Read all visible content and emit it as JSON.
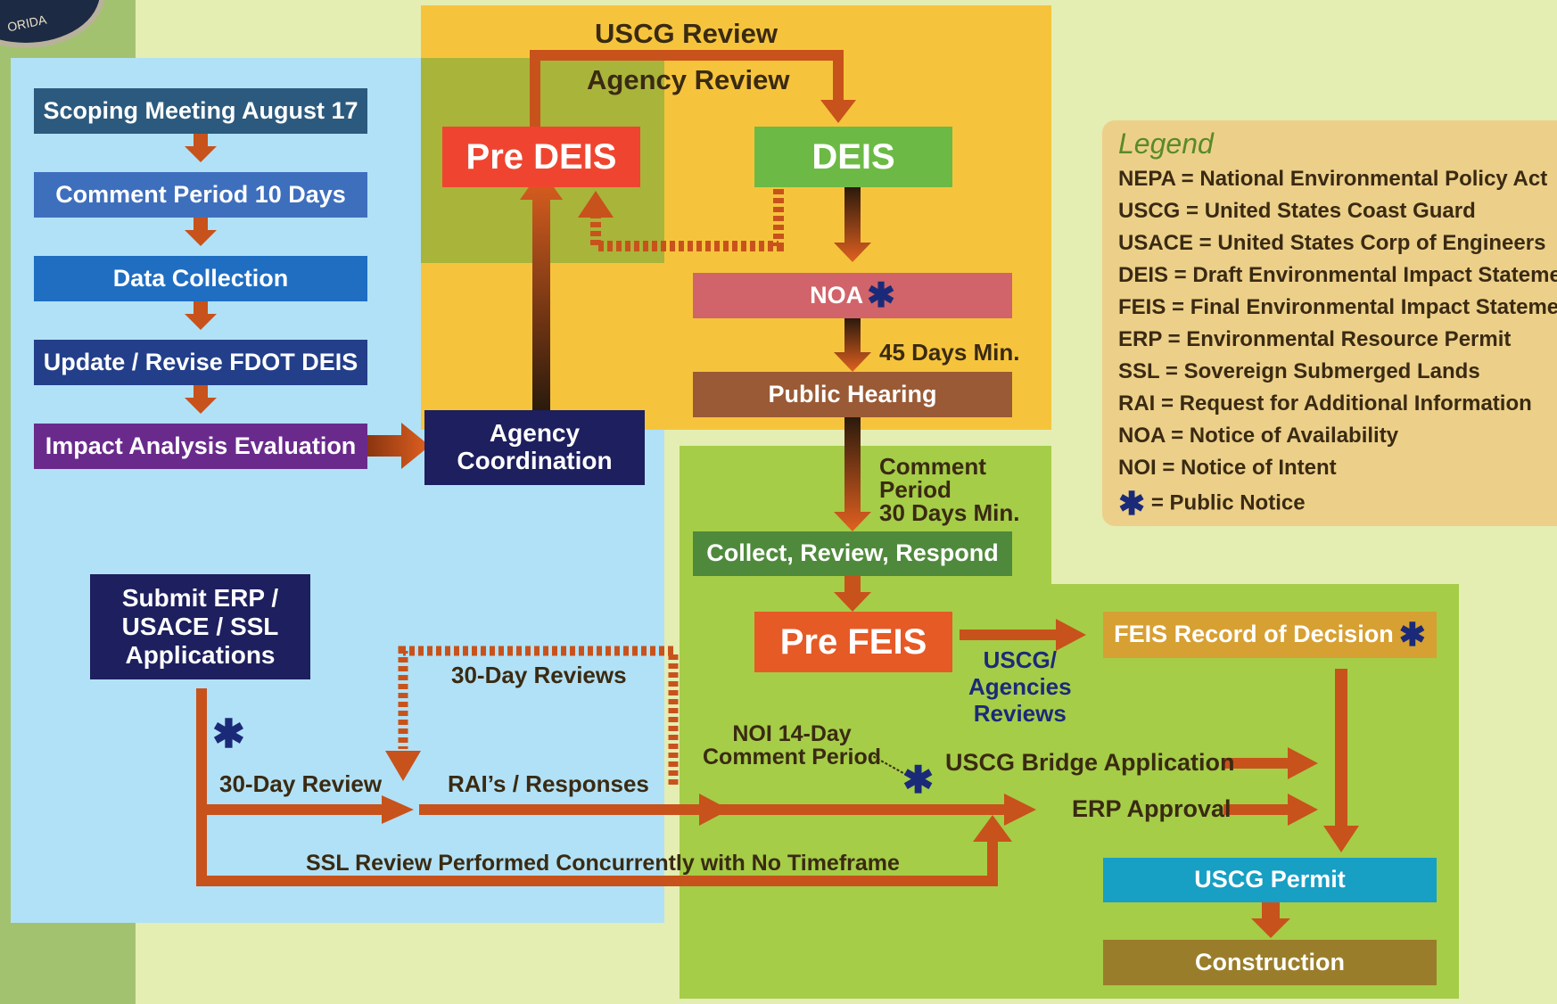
{
  "brand": {
    "seal_text": "ORIDA"
  },
  "colors": {
    "page_bg": "#e4edb2",
    "blue_region": "#b1e1f6",
    "yellow_region": "#f6c43c",
    "green_region": "#a5cd48",
    "arrow": "#c8521b",
    "asterisk": "#1b2a78"
  },
  "left_flow": {
    "scoping": "Scoping Meeting August 17",
    "comment": "Comment Period 10 Days",
    "data": "Data Collection",
    "update": "Update / Revise FDOT DEIS",
    "impact": "Impact Analysis Evaluation",
    "agency_line1": "Agency",
    "agency_line2": "Coordination"
  },
  "top_flow": {
    "uscg_review": "USCG Review",
    "agency_review": "Agency Review",
    "pre_deis": "Pre DEIS",
    "deis": "DEIS",
    "noa": "NOA",
    "days45": "45 Days Min.",
    "public_hearing": "Public Hearing",
    "comment_line1": "Comment",
    "comment_line2": "Period",
    "comment_line3": "30 Days Min.",
    "collect": "Collect, Review, Respond",
    "pre_feis": "Pre FEIS",
    "uscg_agencies_line1": "USCG/",
    "uscg_agencies_line2": "Agencies",
    "uscg_agencies_line3": "Reviews",
    "feis_rod": "FEIS Record of Decision"
  },
  "bottom_flow": {
    "submit_line1": "Submit ERP /",
    "submit_line2": "USACE / SSL",
    "submit_line3": "Applications",
    "reviews30": "30-Day Reviews",
    "review30": "30-Day Review",
    "rai": "RAI’s / Responses",
    "noi_line1": "NOI  14-Day",
    "noi_line2": "Comment Period",
    "bridge_app": "USCG Bridge Application",
    "erp_approval": "ERP Approval",
    "ssl_review": "SSL Review Performed Concurrently with No Timeframe",
    "uscg_permit": "USCG Permit",
    "construction": "Construction"
  },
  "legend": {
    "title": "Legend",
    "items": [
      "NEPA = National Environmental Policy Act",
      "USCG = United States Coast Guard",
      "USACE = United States Corp of Engineers",
      "DEIS = Draft Environmental Impact Statement",
      "FEIS = Final Environmental Impact Statement",
      "ERP = Environmental Resource Permit",
      "SSL = Sovereign Submerged Lands",
      "RAI = Request for Additional Information",
      "NOA = Notice of Availability",
      "NOI = Notice of Intent"
    ],
    "public_notice": "= Public Notice"
  }
}
